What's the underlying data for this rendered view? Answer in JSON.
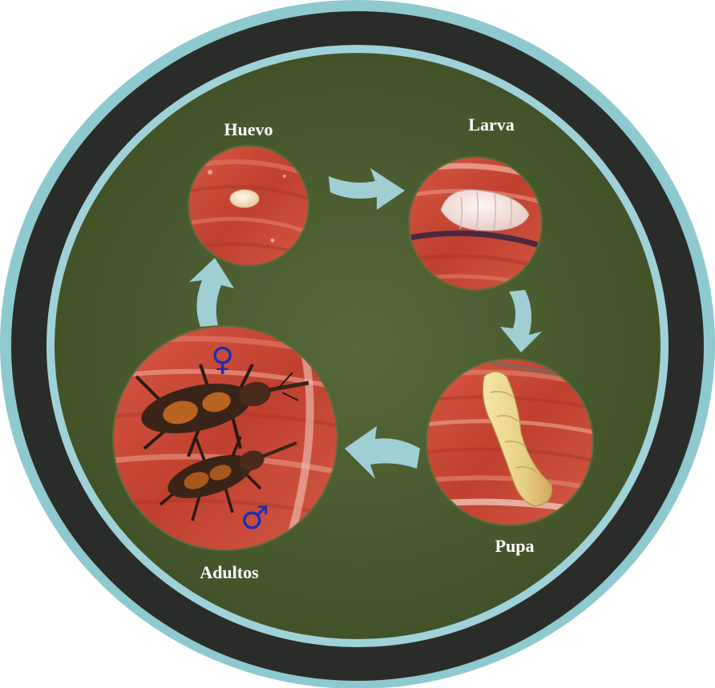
{
  "stages": {
    "egg": "Huevo",
    "larva": "Larva",
    "pupa": "Pupa",
    "adults": "Adultos"
  },
  "symbols": {
    "female": "♀",
    "male": "♂"
  },
  "colors": {
    "outer_ring": "#8ec9d0",
    "dark_ring": "#2a2c29",
    "inner_ring": "#9fd2d8",
    "background": "#4a5b2f",
    "arrow": "#9fcfd3",
    "wood": "#c9493a",
    "symbol": "#1b2fb5"
  }
}
